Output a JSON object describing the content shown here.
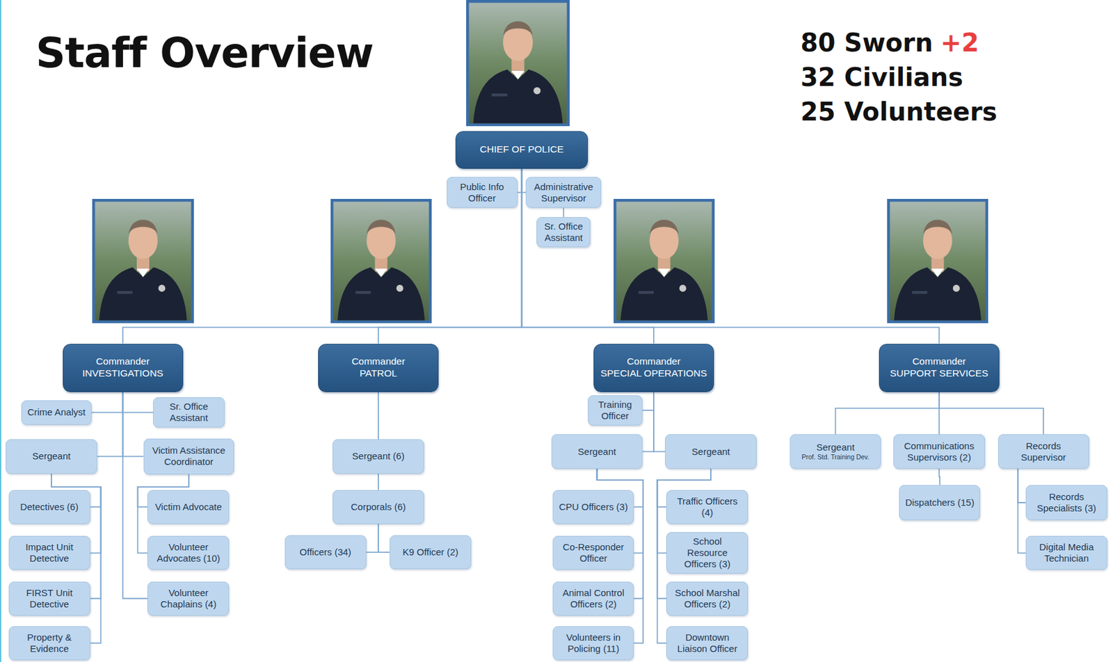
{
  "diagram": {
    "title": "Staff Overview",
    "nodes": [
      {
        "text": [
          "CHIEF OF POLICE"
        ]
      },
      {
        "text": [
          "Public Info Officer"
        ]
      },
      {
        "text": [
          "Administrative Supervisor"
        ]
      },
      {
        "text": [
          "Sr. Office Assistant"
        ]
      },
      {
        "text": [
          "Commander",
          "INVESTIGATIONS"
        ]
      },
      {
        "text": [
          "Commander",
          "PATROL"
        ]
      },
      {
        "text": [
          "Commander",
          "SPECIAL OPERATIONS"
        ]
      },
      {
        "text": [
          "Commander",
          "SUPPORT SERVICES"
        ]
      },
      {
        "text": [
          "Crime Analyst"
        ]
      },
      {
        "text": [
          "Sr. Office Assistant"
        ]
      },
      {
        "text": [
          "Sergeant"
        ]
      },
      {
        "text": [
          "Victim Assistance Coordinator"
        ]
      },
      {
        "text": [
          "Detectives (6)"
        ]
      },
      {
        "text": [
          "Impact Unit Detective"
        ]
      },
      {
        "text": [
          "FIRST Unit Detective"
        ]
      },
      {
        "text": [
          "Property & Evidence"
        ]
      },
      {
        "text": [
          "Victim Advocate"
        ]
      },
      {
        "text": [
          "Volunteer Advocates (10)"
        ]
      },
      {
        "text": [
          "Volunteer Chaplains (4)"
        ]
      },
      {
        "text": [
          "Sergeant (6)"
        ]
      },
      {
        "text": [
          "Corporals (6)"
        ]
      },
      {
        "text": [
          "Officers (34)"
        ]
      },
      {
        "text": [
          "K9 Officer (2)"
        ]
      },
      {
        "text": [
          "Training Officer"
        ]
      },
      {
        "text": [
          "Sergeant"
        ]
      },
      {
        "text": [
          "Sergeant"
        ]
      },
      {
        "text": [
          "CPU Officers (3)"
        ]
      },
      {
        "text": [
          "Co-Responder Officer"
        ]
      },
      {
        "text": [
          "Animal Control Officers (2)"
        ]
      },
      {
        "text": [
          "Volunteers in Policing (11)"
        ]
      },
      {
        "text": [
          "Traffic Officers (4)"
        ]
      },
      {
        "text": [
          "School Resource Officers (3)"
        ]
      },
      {
        "text": [
          "School Marshal Officers (2)"
        ]
      },
      {
        "text": [
          "Downtown Liaison Officer"
        ]
      },
      {
        "text": [
          "Sergeant",
          "Prof. Std. Training Dev."
        ]
      },
      {
        "text": [
          "Communications Supervisors (2)"
        ]
      },
      {
        "text": [
          "Records Supervisor"
        ]
      },
      {
        "text": [
          "Dispatchers (15)"
        ]
      },
      {
        "text": [
          "Records Specialists (3)"
        ]
      },
      {
        "text": [
          "Digital Media Technician"
        ]
      }
    ],
    "edges": [
      {
        "from": 0,
        "to": 1,
        "arrow": "none"
      },
      {
        "from": 0,
        "to": 2,
        "arrow": "none"
      },
      {
        "from": 2,
        "to": 3,
        "arrow": "none"
      },
      {
        "from": 0,
        "to": 4,
        "arrow": "none"
      },
      {
        "from": 0,
        "to": 5,
        "arrow": "none"
      },
      {
        "from": 0,
        "to": 6,
        "arrow": "none"
      },
      {
        "from": 0,
        "to": 7,
        "arrow": "none"
      },
      {
        "from": 4,
        "to": 8,
        "arrow": "none"
      },
      {
        "from": 4,
        "to": 9,
        "arrow": "none"
      },
      {
        "from": 4,
        "to": 10,
        "arrow": "none"
      },
      {
        "from": 4,
        "to": 11,
        "arrow": "none"
      },
      {
        "from": 4,
        "to": 18,
        "arrow": "none"
      },
      {
        "from": 10,
        "to": 12,
        "arrow": "none"
      },
      {
        "from": 10,
        "to": 13,
        "arrow": "none"
      },
      {
        "from": 10,
        "to": 14,
        "arrow": "none"
      },
      {
        "from": 10,
        "to": 15,
        "arrow": "none"
      },
      {
        "from": 11,
        "to": 16,
        "arrow": "none"
      },
      {
        "from": 11,
        "to": 17,
        "arrow": "none"
      },
      {
        "from": 5,
        "to": 19,
        "arrow": "none"
      },
      {
        "from": 19,
        "to": 20,
        "arrow": "none"
      },
      {
        "from": 20,
        "to": 21,
        "arrow": "none"
      },
      {
        "from": 20,
        "to": 22,
        "arrow": "none"
      },
      {
        "from": 6,
        "to": 23,
        "arrow": "none"
      },
      {
        "from": 6,
        "to": 24,
        "arrow": "none"
      },
      {
        "from": 6,
        "to": 25,
        "arrow": "none"
      },
      {
        "from": 24,
        "to": 26,
        "arrow": "none"
      },
      {
        "from": 24,
        "to": 27,
        "arrow": "none"
      },
      {
        "from": 24,
        "to": 28,
        "arrow": "none"
      },
      {
        "from": 24,
        "to": 29,
        "arrow": "none"
      },
      {
        "from": 25,
        "to": 30,
        "arrow": "none"
      },
      {
        "from": 25,
        "to": 31,
        "arrow": "none"
      },
      {
        "from": 25,
        "to": 32,
        "arrow": "none"
      },
      {
        "from": 25,
        "to": 33,
        "arrow": "none"
      },
      {
        "from": 7,
        "to": 34,
        "arrow": "none"
      },
      {
        "from": 7,
        "to": 35,
        "arrow": "none"
      },
      {
        "from": 7,
        "to": 36,
        "arrow": "none"
      },
      {
        "from": 35,
        "to": 37,
        "arrow": "none"
      },
      {
        "from": 36,
        "to": 38,
        "arrow": "none"
      },
      {
        "from": 36,
        "to": 39,
        "arrow": "none"
      }
    ],
    "labels": [
      "80 Sworn",
      "+2",
      "32 Civilians",
      "25 Volunteers"
    ]
  }
}
